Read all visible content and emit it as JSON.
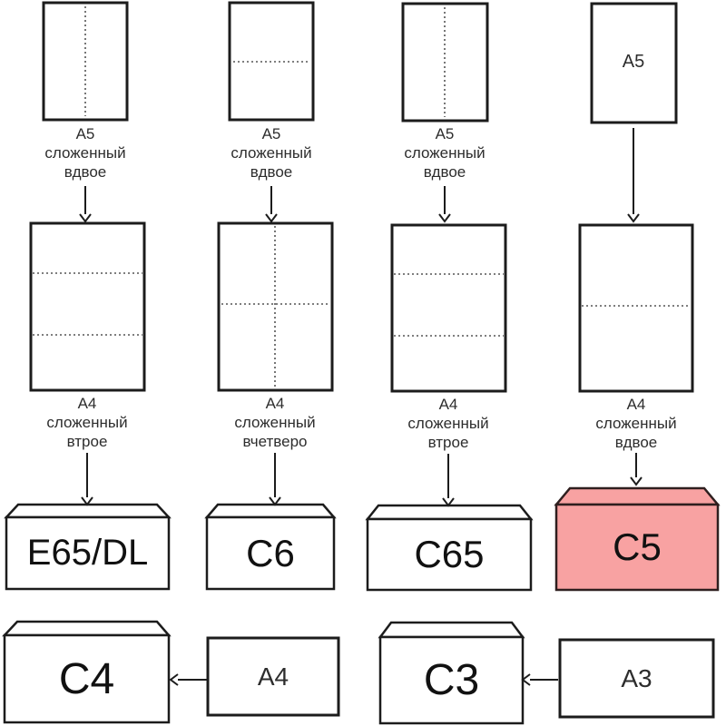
{
  "colors": {
    "c5_fill": "#f8a2a2",
    "line": "#1c1c1c",
    "text": "#2d2d2d"
  },
  "columns": {
    "col1": {
      "a5_caption": "A5\nсложенный\nвдвое",
      "a4_caption": "A4\nсложенный\nвтрое",
      "envelope_label": "E65/DL"
    },
    "col2": {
      "a5_caption": "A5\nсложенный\nвдвое",
      "a4_caption": "A4\nсложенный\nвчетверо",
      "envelope_label": "C6"
    },
    "col3": {
      "a5_caption": "A5\nсложенный\nвдвое",
      "a4_caption": "A4\nсложенный\nвтрое",
      "envelope_label": "C65"
    },
    "col4": {
      "a5_inner_label": "A5",
      "a4_caption": "A4\nсложенный\nвдвое",
      "envelope_label": "C5"
    }
  },
  "bottom_row": {
    "left": {
      "envelope_label": "C4",
      "source_label": "A4"
    },
    "right": {
      "envelope_label": "C3",
      "source_label": "A3"
    }
  }
}
